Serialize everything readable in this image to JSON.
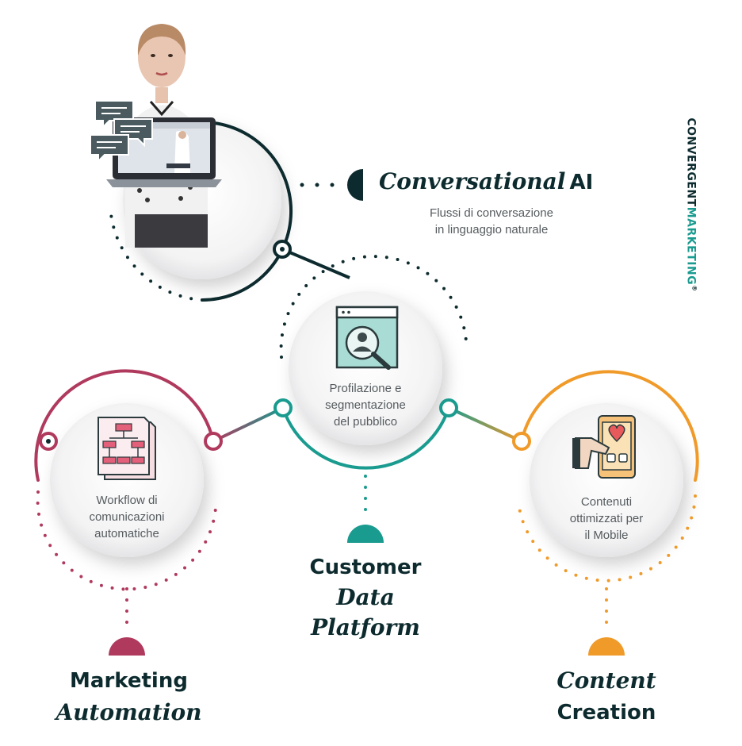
{
  "brand": {
    "part1": "CONVERGENT",
    "part2": "MARKETING",
    "mark": "®"
  },
  "colors": {
    "dark": "#0d2b2e",
    "teal": "#1a9b8f",
    "crimson": "#b03a5e",
    "orange": "#f09a2a",
    "gray_text": "#555b5e",
    "circle_fill": "#f4f4f5"
  },
  "conversational": {
    "title_italic": "Conversational",
    "title_plain": "AI",
    "desc_line1": "Flussi di conversazione",
    "desc_line2": "in linguaggio naturale",
    "icon": "person-with-laptop-chat-image"
  },
  "cdp": {
    "line1": "Customer",
    "line2": "Data",
    "line3": "Platform",
    "desc_line1": "Profilazione e",
    "desc_line2": "segmentazione",
    "desc_line3": "del pubblico",
    "icon": "profile-search-icon"
  },
  "marketing": {
    "line1": "Marketing",
    "line2": "Automation",
    "desc_line1": "Workflow di",
    "desc_line2": "comunicazioni",
    "desc_line3": "automatiche",
    "icon": "workflow-flowchart-icon"
  },
  "content": {
    "line1": "Content",
    "line2": "Creation",
    "desc_line1": "Contenuti",
    "desc_line2": "ottimizzati per",
    "desc_line3": "il Mobile",
    "icon": "mobile-content-icon"
  }
}
